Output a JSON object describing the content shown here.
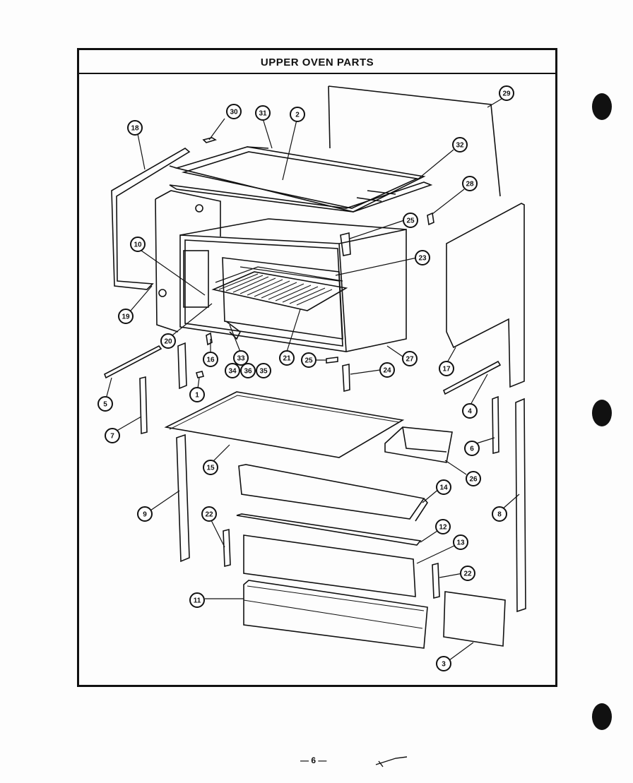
{
  "title": "UPPER OVEN PARTS",
  "page_number": "— 6 —",
  "callouts": [
    "30",
    "31",
    "2",
    "29",
    "18",
    "32",
    "28",
    "25",
    "10",
    "23",
    "19",
    "20",
    "16",
    "33",
    "21",
    "25",
    "24",
    "27",
    "17",
    "34",
    "36",
    "35",
    "1",
    "5",
    "4",
    "7",
    "15",
    "26",
    "6",
    "14",
    "9",
    "22",
    "12",
    "8",
    "13",
    "22",
    "11",
    "3"
  ]
}
